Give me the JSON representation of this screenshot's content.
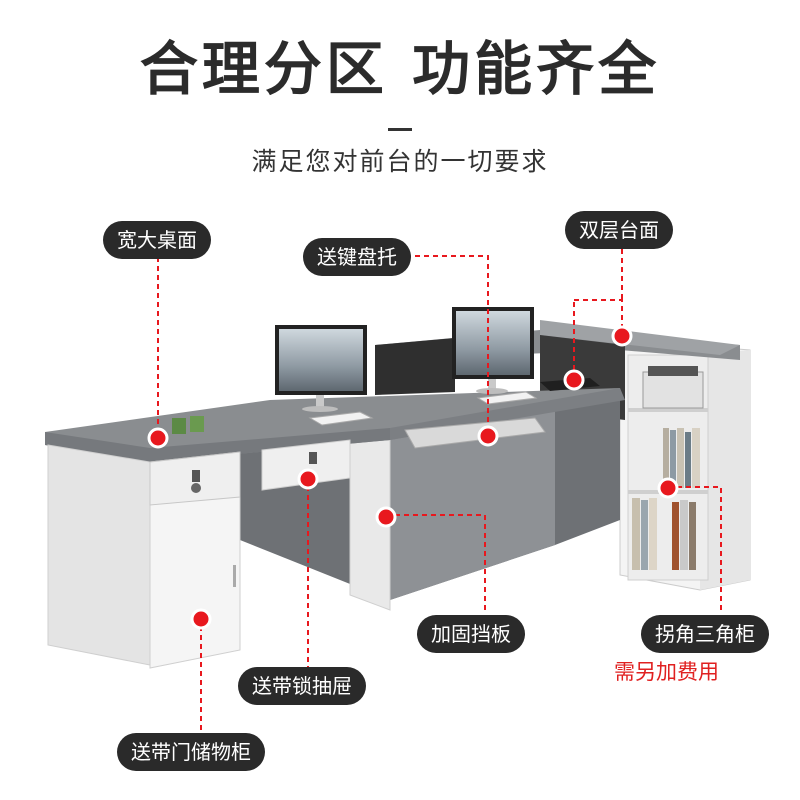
{
  "header": {
    "title": "合理分区 功能齐全",
    "subtitle": "满足您对前台的一切要求"
  },
  "labels": {
    "wide_desktop": "宽大桌面",
    "keyboard_tray": "送键盘托",
    "double_counter": "双层台面",
    "reinforce_panel": "加固挡板",
    "corner_cabinet": "拐角三角柜",
    "lock_drawer": "送带锁抽屉",
    "door_cabinet": "送带门储物柜"
  },
  "notes": {
    "extra_fee": "需另加费用"
  },
  "colors": {
    "marker": "#e8181e",
    "label_bg": "#2a2a2a",
    "desk_gray": "#8a8d90",
    "cabinet_white": "#f2f2f2"
  }
}
